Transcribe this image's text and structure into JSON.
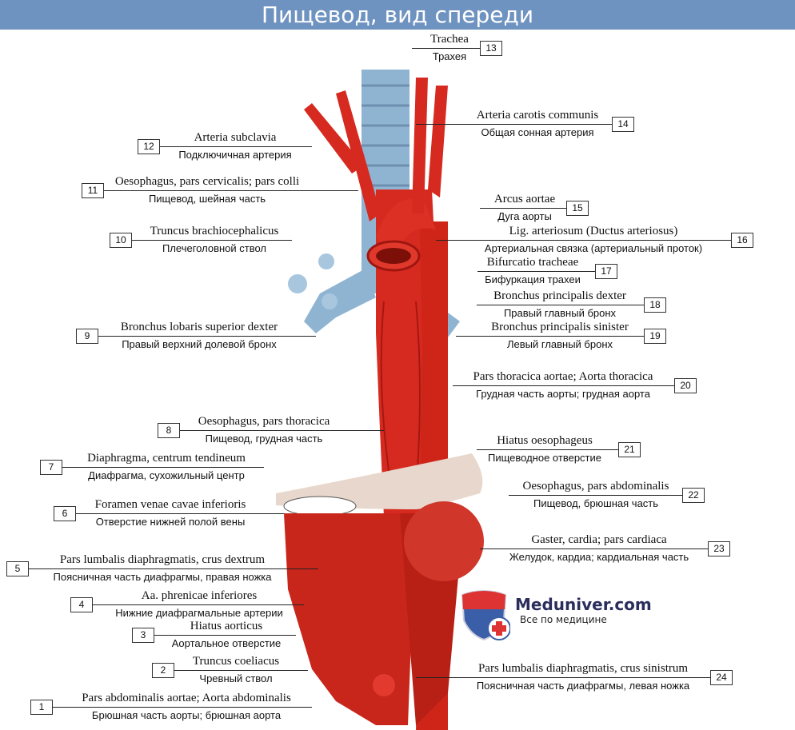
{
  "title": "Пищевод, вид спереди",
  "logo": {
    "name": "Meduniver.com",
    "tagline": "Все по медицине"
  },
  "colors": {
    "header": "#6f93c0",
    "muscle": "#d8281f",
    "trachea": "#8fb4d2"
  },
  "labels": [
    {
      "number": "13",
      "latin": "Trachea",
      "russian": "Трахея"
    },
    {
      "number": "14",
      "latin": "Arteria carotis communis",
      "russian": "Общая сонная артерия"
    },
    {
      "number": "12",
      "latin": "Arteria subclavia",
      "russian": "Подключичная артерия"
    },
    {
      "number": "11",
      "latin": "Oesophagus, pars cervicalis; pars colli",
      "russian": "Пищевод, шейная часть"
    },
    {
      "number": "10",
      "latin": "Truncus brachiocephalicus",
      "russian": "Плечеголовной ствол"
    },
    {
      "number": "15",
      "latin": "Arcus aortae",
      "russian": "Дуга аорты"
    },
    {
      "number": "16",
      "latin": "Lig. arteriosum (Ductus arteriosus)",
      "russian": "Артериальная связка (артериальный проток)"
    },
    {
      "number": "17",
      "latin": "Bifurcatio tracheae",
      "russian": "Бифуркация трахеи"
    },
    {
      "number": "18",
      "latin": "Bronchus principalis dexter",
      "russian": "Правый главный бронх"
    },
    {
      "number": "19",
      "latin": "Bronchus principalis sinister",
      "russian": "Левый главный бронх"
    },
    {
      "number": "9",
      "latin": "Bronchus lobaris superior dexter",
      "russian": "Правый верхний долевой бронх"
    },
    {
      "number": "20",
      "latin": "Pars thoracica aortae; Aorta thoracica",
      "russian": "Грудная часть аорты; грудная аорта"
    },
    {
      "number": "8",
      "latin": "Oesophagus, pars thoracica",
      "russian": "Пищевод, грудная часть"
    },
    {
      "number": "21",
      "latin": "Hiatus oesophageus",
      "russian": "Пищеводное отверстие"
    },
    {
      "number": "7",
      "latin": "Diaphragma, centrum tendineum",
      "russian": "Диафрагма, сухожильный центр"
    },
    {
      "number": "22",
      "latin": "Oesophagus, pars abdominalis",
      "russian": "Пищевод, брюшная часть"
    },
    {
      "number": "6",
      "latin": "Foramen venae cavae inferioris",
      "russian": "Отверстие нижней полой вены"
    },
    {
      "number": "23",
      "latin": "Gaster, cardia; pars cardiaca",
      "russian": "Желудок, кардиа; кардиальная часть"
    },
    {
      "number": "5",
      "latin": "Pars lumbalis diaphragmatis, crus dextrum",
      "russian": "Поясничная часть диафрагмы, правая ножка"
    },
    {
      "number": "4",
      "latin": "Aa. phrenicae inferiores",
      "russian": "Нижние диафрагмальные артерии"
    },
    {
      "number": "3",
      "latin": "Hiatus aorticus",
      "russian": "Аортальное отверстие"
    },
    {
      "number": "2",
      "latin": "Truncus coeliacus",
      "russian": "Чревный ствол"
    },
    {
      "number": "24",
      "latin": "Pars lumbalis diaphragmatis, crus sinistrum",
      "russian": "Поясничная часть диафрагмы, левая ножка"
    },
    {
      "number": "1",
      "latin": "Pars abdominalis aortae; Aorta abdominalis",
      "russian": "Брюшная часть аорты; брюшная аорта"
    }
  ]
}
